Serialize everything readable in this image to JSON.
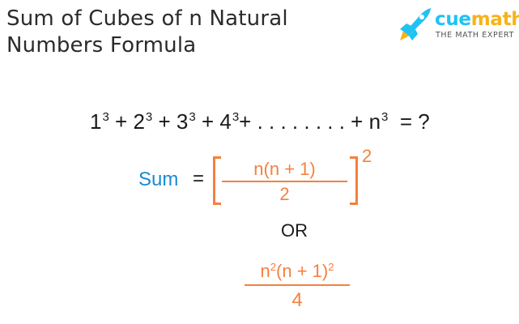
{
  "title": {
    "line1": "Sum of Cubes of n Natural",
    "line2": "Numbers Formula"
  },
  "logo": {
    "icon": "rocket-icon",
    "word_part1": "cue",
    "word_part2": "math",
    "tagline": "THE MATH EXPERT",
    "colors": {
      "cue": "#1ec3f4",
      "math": "#f7b21a",
      "rocket_body": "#1ec3f4",
      "rocket_flame": "#f7b21a"
    }
  },
  "equation": {
    "terms": [
      {
        "base": "1",
        "exp": "3",
        "sep": " + "
      },
      {
        "base": "2",
        "exp": "3",
        "sep": " + "
      },
      {
        "base": "3",
        "exp": "3",
        "sep": " + "
      },
      {
        "base": "4",
        "exp": "3",
        "sep": "+ . . . . . . . . + "
      },
      {
        "base": "n",
        "exp": "3",
        "sep": "  = ?"
      }
    ]
  },
  "formula1": {
    "label": "Sum",
    "equals": "=",
    "numerator": "n(n + 1)",
    "denominator": "2",
    "power": "2"
  },
  "or_text": "OR",
  "formula2": {
    "num_a": "n",
    "num_a_exp": "2",
    "num_b": "(n + 1)",
    "num_b_exp": "2",
    "denominator": "4"
  },
  "colors": {
    "sum_label": "#1a8ad4",
    "formula": "#f5803e",
    "text": "#1a1a1a",
    "title": "#2b2b2b"
  }
}
